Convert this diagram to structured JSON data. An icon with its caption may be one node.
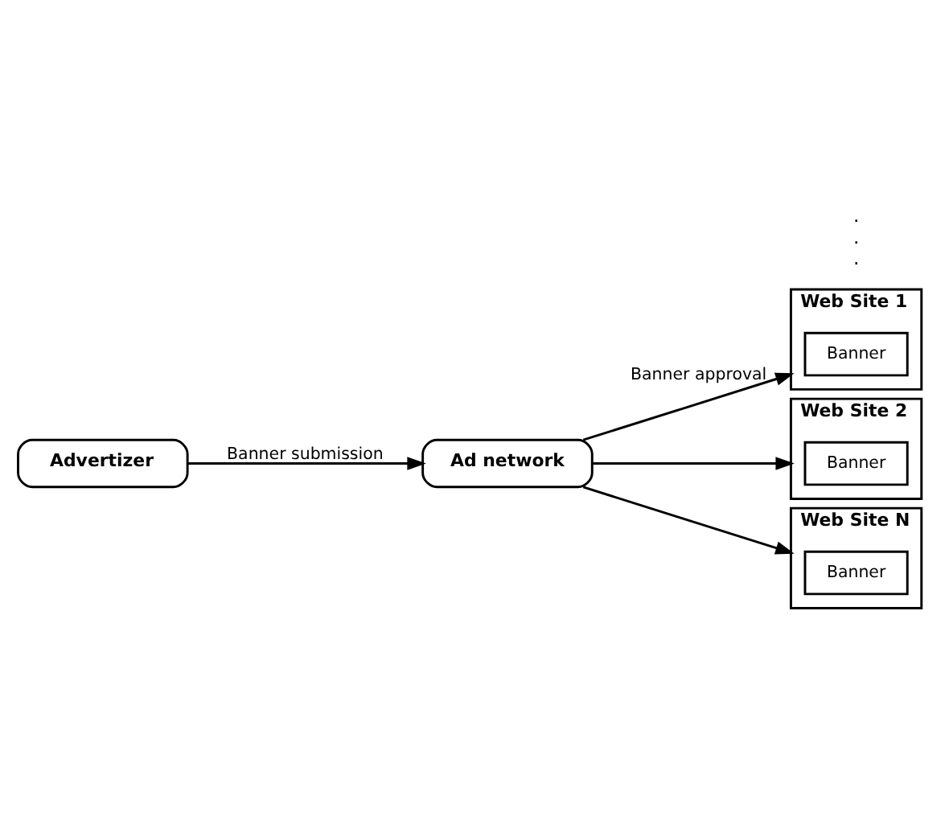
{
  "diagram": {
    "nodes": [
      {
        "text": [
          "Ad network"
        ]
      },
      {
        "text": [
          "Web Site 1"
        ]
      },
      {
        "text": [
          "Banner"
        ],
        "in": 1
      },
      {
        "text": [
          "Web Site 2"
        ]
      },
      {
        "text": [
          "Banner"
        ],
        "in": 3
      },
      {
        "text": [
          "Web Site N"
        ]
      },
      {
        "text": [
          "Banner"
        ],
        "in": 5
      },
      {
        "text": [
          "Advertizer"
        ]
      }
    ],
    "edges": [
      {
        "from": 7,
        "to": 0,
        "arrow": "to",
        "label": "Banner submission"
      },
      {
        "from": 0,
        "to": 1,
        "arrow": "to",
        "label": "Banner approval"
      },
      {
        "from": 0,
        "to": 3,
        "arrow": "to"
      },
      {
        "from": 0,
        "to": 5,
        "arrow": "to"
      }
    ],
    "labels": [
      ".",
      ".",
      "."
    ]
  }
}
